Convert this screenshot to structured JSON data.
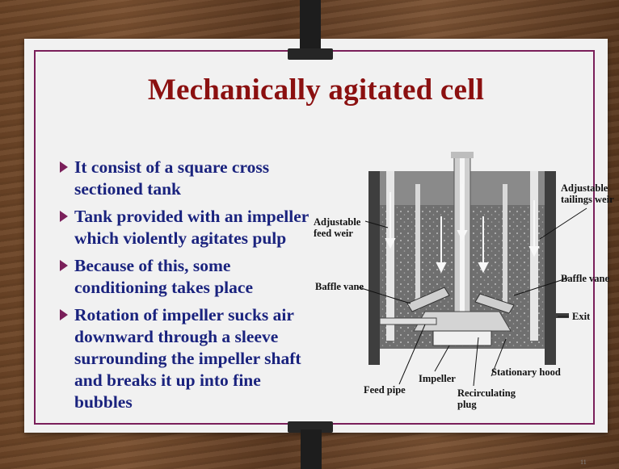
{
  "slide": {
    "title": "Mechanically agitated cell",
    "bullets": [
      "It consist of a square cross sectioned tank",
      "Tank provided with an impeller which violently agitates pulp",
      "Because of this, some conditioning takes place",
      "Rotation of impeller sucks air downward through a sleeve surrounding the impeller shaft and breaks it up into fine bubbles"
    ],
    "page_number": "11"
  },
  "diagram": {
    "labels": {
      "adjustable_feed_weir_1": "Adjustable",
      "adjustable_feed_weir_2": "feed weir",
      "adjustable_tailings_weir_1": "Adjustable",
      "adjustable_tailings_weir_2": "tailings weir",
      "baffle_vane_left": "Baffle vane",
      "baffle_vane_right": "Baffle vane",
      "exit": "Exit",
      "stationary_hood": "Stationary hood",
      "impeller": "Impeller",
      "feed_pipe": "Feed pipe",
      "recirculating_plug_1": "Recirculating",
      "recirculating_plug_2": "plug"
    }
  },
  "colors": {
    "title": "#8b1010",
    "bullet_text": "#1a237e",
    "bullet_marker": "#7a1f5a",
    "frame": "#7a1f5a"
  }
}
